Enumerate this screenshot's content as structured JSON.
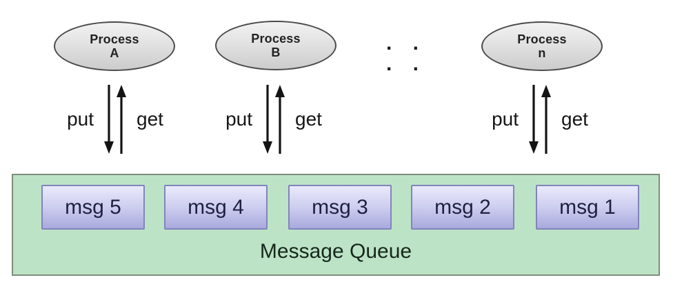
{
  "diagram": {
    "processes": [
      {
        "line1": "Process",
        "line2": "A"
      },
      {
        "line1": "Process",
        "line2": "B"
      },
      {
        "line1": "Process",
        "line2": "n"
      }
    ],
    "ellipsis": ". . . .",
    "put_label": "put",
    "get_label": "get",
    "queue": {
      "label": "Message Queue",
      "messages": [
        "msg 5",
        "msg 4",
        "msg 3",
        "msg 2",
        "msg 1"
      ]
    },
    "colors": {
      "process_fill_top": "#f2f2f2",
      "process_fill_bottom": "#cccccc",
      "process_border": "#4a4a4a",
      "queue_fill": "#bde3c6",
      "queue_border": "#7d8d7d",
      "msg_fill_top": "#eaeafc",
      "msg_fill_bottom": "#a9aadd",
      "msg_border": "#8184bd",
      "arrow_color": "#141414",
      "text_color": "#1f2040"
    }
  }
}
